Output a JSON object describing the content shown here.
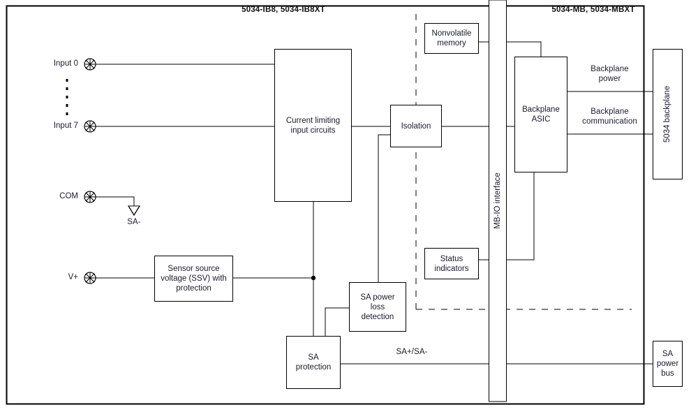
{
  "diagram": {
    "title_left": "5034-IB8, 5034-IB8XT",
    "title_right": "5034-MB, 5034-MBXT",
    "line_color": "#000000",
    "text_color": "#1a1a2e",
    "background": "#ffffff"
  },
  "terminals": [
    {
      "label": "Input 0",
      "icon": "screw-terminal-icon"
    },
    {
      "label": "Input 7",
      "icon": "screw-terminal-icon"
    },
    {
      "label": "COM",
      "icon": "screw-terminal-icon"
    },
    {
      "label": "V+",
      "icon": "screw-terminal-icon"
    }
  ],
  "ground": {
    "label": "SA-",
    "icon": "ground-triangle-icon"
  },
  "blocks": {
    "current_limiting": "Current limiting\ninput circuits",
    "sensor_source": "Sensor source\nvoltage (SSV) with\nprotection",
    "isolation": "Isolation",
    "nonvolatile_memory": "Nonvolatile\nmemory",
    "status_indicators": "Status\nindicators",
    "sa_power_loss": "SA power\nloss\ndetection",
    "sa_protection": "SA\nprotection",
    "mb_io_interface": "MB-IO interface",
    "backplane_asic": "Backplane\nASIC",
    "backplane": "5034 backplane",
    "sa_power_bus": "SA\npower\nbus"
  },
  "signals": {
    "backplane_power": "Backplane\npower",
    "backplane_communication": "Backplane\ncommunication",
    "sa_pair": "SA+/SA-"
  }
}
